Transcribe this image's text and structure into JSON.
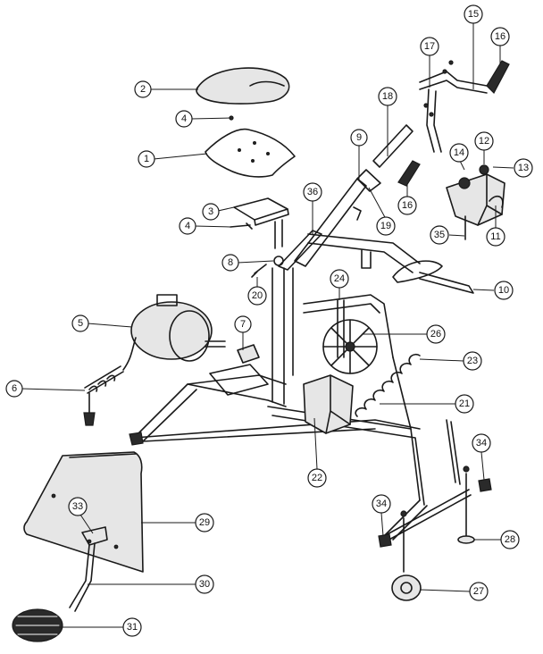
{
  "callouts": [
    {
      "id": "c1",
      "label": "1"
    },
    {
      "id": "c2",
      "label": "2"
    },
    {
      "id": "c3",
      "label": "3"
    },
    {
      "id": "c4a",
      "label": "4"
    },
    {
      "id": "c4b",
      "label": "4"
    },
    {
      "id": "c5",
      "label": "5"
    },
    {
      "id": "c6",
      "label": "6"
    },
    {
      "id": "c7",
      "label": "7"
    },
    {
      "id": "c8",
      "label": "8"
    },
    {
      "id": "c9",
      "label": "9"
    },
    {
      "id": "c10",
      "label": "10"
    },
    {
      "id": "c11",
      "label": "11"
    },
    {
      "id": "c12",
      "label": "12"
    },
    {
      "id": "c13",
      "label": "13"
    },
    {
      "id": "c14",
      "label": "14"
    },
    {
      "id": "c15",
      "label": "15"
    },
    {
      "id": "c16a",
      "label": "16"
    },
    {
      "id": "c16b",
      "label": "16"
    },
    {
      "id": "c17",
      "label": "17"
    },
    {
      "id": "c18",
      "label": "18"
    },
    {
      "id": "c19",
      "label": "19"
    },
    {
      "id": "c20",
      "label": "20"
    },
    {
      "id": "c21",
      "label": "21"
    },
    {
      "id": "c22",
      "label": "22"
    },
    {
      "id": "c23",
      "label": "23"
    },
    {
      "id": "c24",
      "label": "24"
    },
    {
      "id": "c26",
      "label": "26"
    },
    {
      "id": "c27",
      "label": "27"
    },
    {
      "id": "c28",
      "label": "28"
    },
    {
      "id": "c29",
      "label": "29"
    },
    {
      "id": "c30",
      "label": "30"
    },
    {
      "id": "c31",
      "label": "31"
    },
    {
      "id": "c33",
      "label": "33"
    },
    {
      "id": "c34a",
      "label": "34"
    },
    {
      "id": "c34b",
      "label": "34"
    },
    {
      "id": "c35",
      "label": "35"
    },
    {
      "id": "c36",
      "label": "36"
    }
  ]
}
